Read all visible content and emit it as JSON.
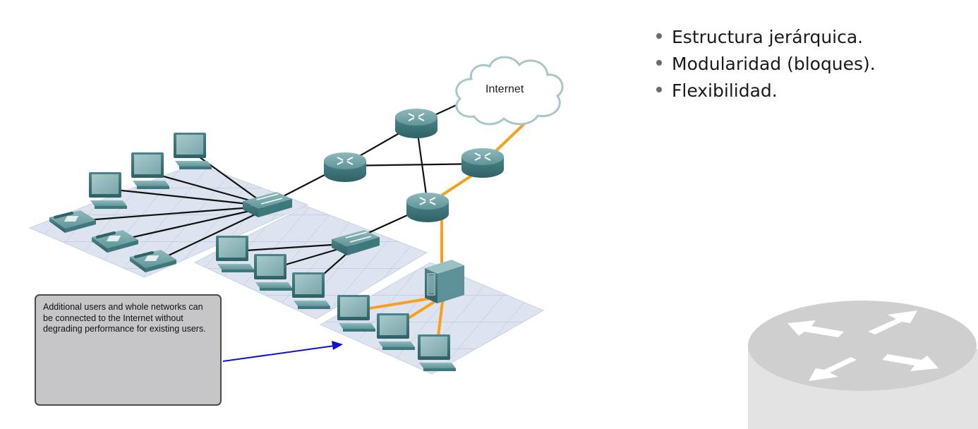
{
  "diagram": {
    "cloud_label": "Internet",
    "callout_text": "Additional users and whole networks can be connected to the Internet without degrading performance for existing users.",
    "colors": {
      "floor": "#dde4f0",
      "device": "#4f8a8f",
      "wan_link": "#f5a020",
      "lan_link": "#111111",
      "arrow": "#1010dd"
    }
  },
  "bullets": [
    "Estructura jerárquica.",
    "Modularidad (bloques).",
    "Flexibilidad."
  ],
  "watermark": {
    "icon": "router-icon"
  }
}
